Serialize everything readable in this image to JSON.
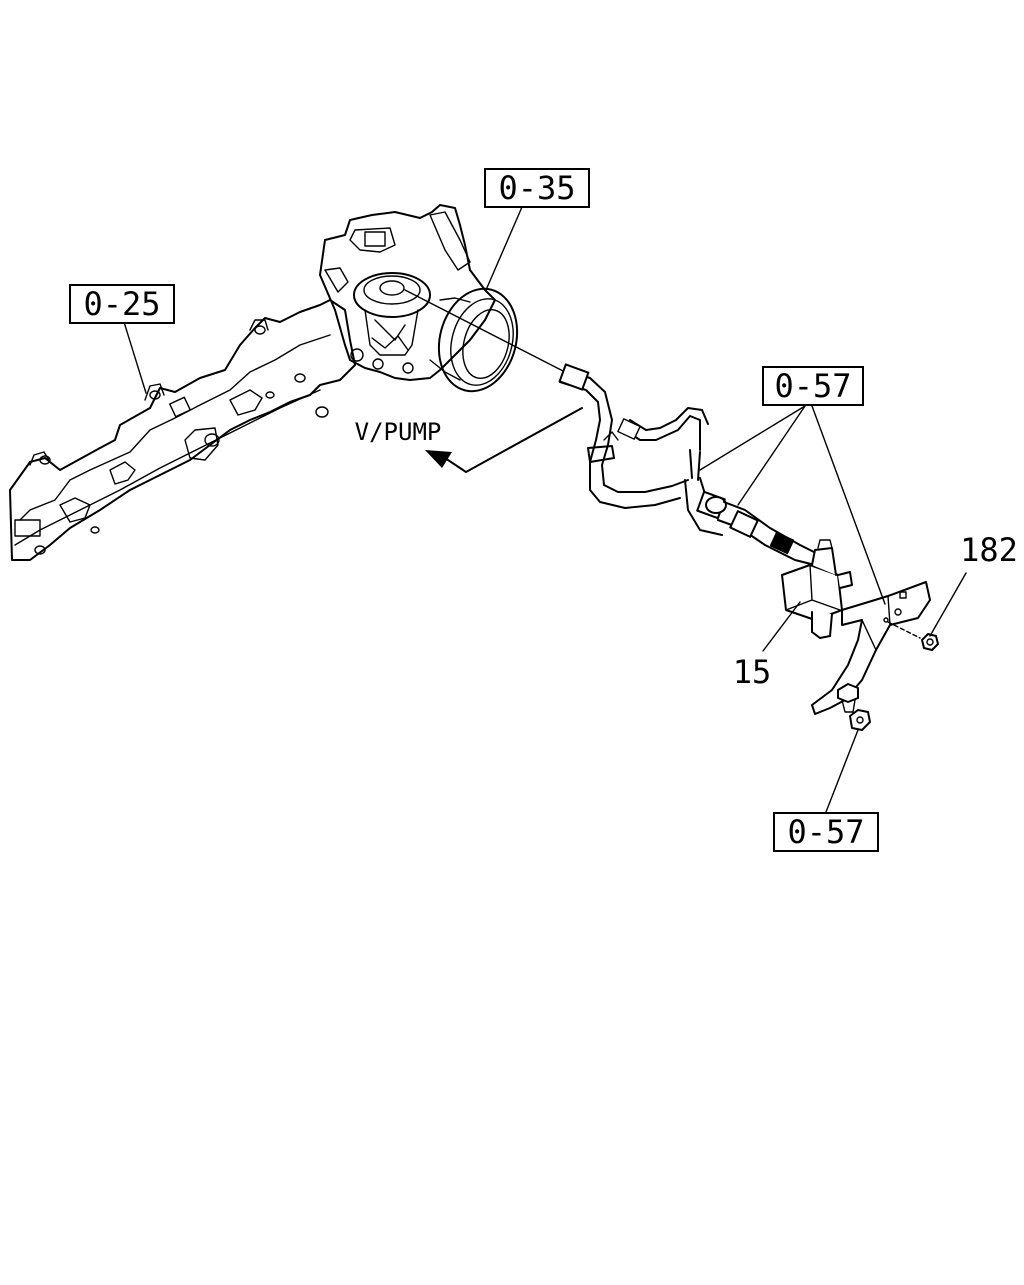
{
  "callouts": {
    "ref_0_25": "0-25",
    "ref_0_35": "0-35",
    "ref_0_57_upper": "0-57",
    "ref_0_57_lower": "0-57"
  },
  "parts": {
    "part_15": "15",
    "part_182": "182"
  },
  "direction": {
    "vpump": "V/PUMP"
  }
}
